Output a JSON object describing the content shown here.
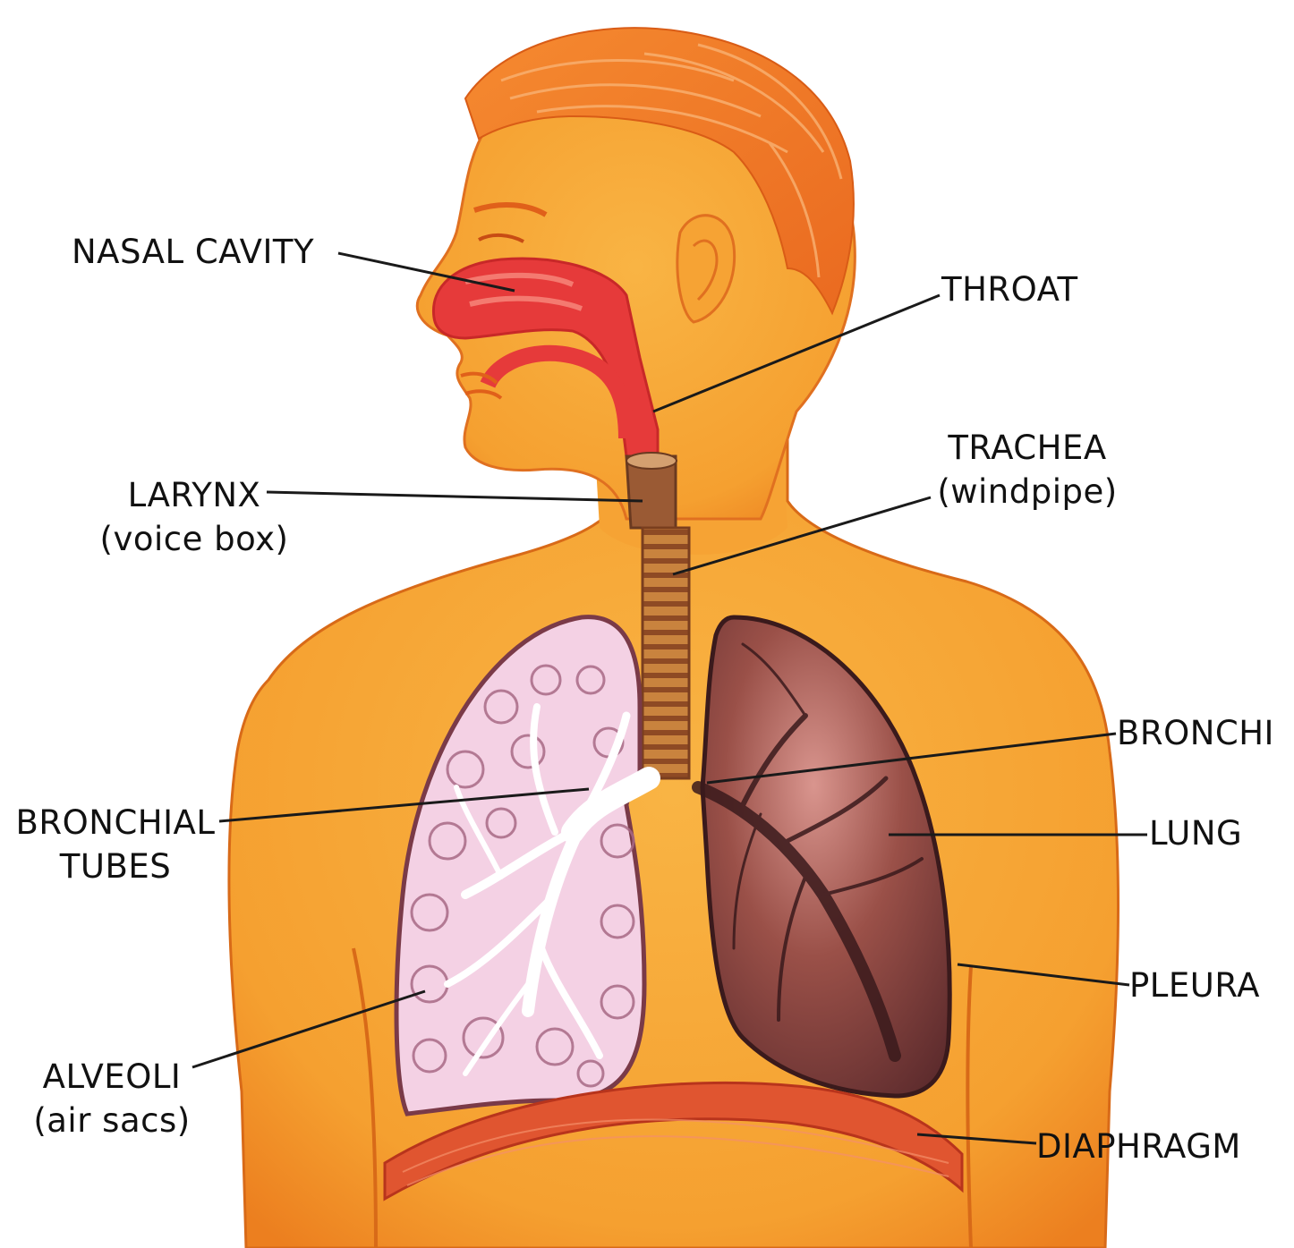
{
  "labels": {
    "nasal_cavity": "NASAL CAVITY",
    "throat": "THROAT",
    "larynx": "LARYNX",
    "larynx_sub": "(voice box)",
    "trachea": "TRACHEA",
    "trachea_sub": "(windpipe)",
    "bronchi": "BRONCHI",
    "bronchial_line1": "BRONCHIAL",
    "bronchial_line2": "TUBES",
    "lung": "LUNG",
    "pleura": "PLEURA",
    "alveoli": "ALVEOLI",
    "alveoli_sub": "(air sacs)",
    "diaphragm": "DIAPHRAGM"
  },
  "colors": {
    "skin": "#f7a534",
    "skin_shadow": "#ee7d1c",
    "hair": "#f27a24",
    "airway": "#e8343a",
    "airway_light": "#f25a5c",
    "lung_left_fill": "#f3d3e6",
    "lung_right_fill": "#7a3a36",
    "trachea_ring": "#b0622c",
    "diaphragm": "#de4f2c",
    "leader_line": "#1a1a1a"
  }
}
